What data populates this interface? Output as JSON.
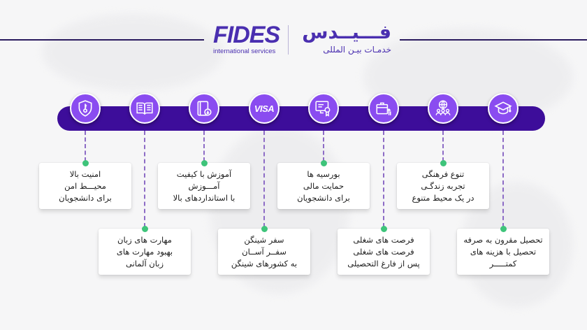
{
  "header": {
    "logo_mark": "FIDES",
    "logo_sub": "international services",
    "fa_title": "فـــیــدس",
    "fa_subtitle": "خدمـات بیـن المللی"
  },
  "colors": {
    "bar": "#3d0d9a",
    "icon_fill": "#8a4cf0",
    "brand": "#4a2fb0",
    "dot": "#3ec47a",
    "connector": "#8d6cc6"
  },
  "features": [
    {
      "icon": "shield-key-icon",
      "row": "top",
      "lines": [
        "امنیت بالا",
        "محیـــط امن",
        "برای دانشجویان"
      ]
    },
    {
      "icon": "open-book-icon",
      "row": "bottom",
      "lines": [
        "مهارت های زبان",
        "بهبود مهارت های",
        "زبان آلمانی"
      ]
    },
    {
      "icon": "book-download-icon",
      "row": "top",
      "lines": [
        "آموزش با کیفیت",
        "آمـــوزش",
        "با استانداردهای بالا"
      ]
    },
    {
      "icon": "visa-icon",
      "icon_text": "VISA",
      "row": "bottom",
      "lines": [
        "سفر شینگن",
        "سفــر آســان",
        "به کشورهای شینگن"
      ]
    },
    {
      "icon": "certificate-monitor-icon",
      "row": "top",
      "lines": [
        "بورسیه ها",
        "حمایت مالی",
        "برای دانشجویان"
      ]
    },
    {
      "icon": "briefcase-growth-icon",
      "row": "bottom",
      "lines": [
        "فرصت های شغلی",
        "فرصت های شغلی",
        "پس از فارغ التحصیلی"
      ]
    },
    {
      "icon": "globe-people-icon",
      "row": "top",
      "lines": [
        "تنوع فرهنگی",
        "تجربه زندگـی",
        "در یک محیط متنوع"
      ]
    },
    {
      "icon": "graduation-cap-icon",
      "row": "bottom",
      "lines": [
        "تحصیل مقرون به صرفه",
        "تحصیل با هزینه های",
        "کمتـــــر"
      ]
    }
  ]
}
